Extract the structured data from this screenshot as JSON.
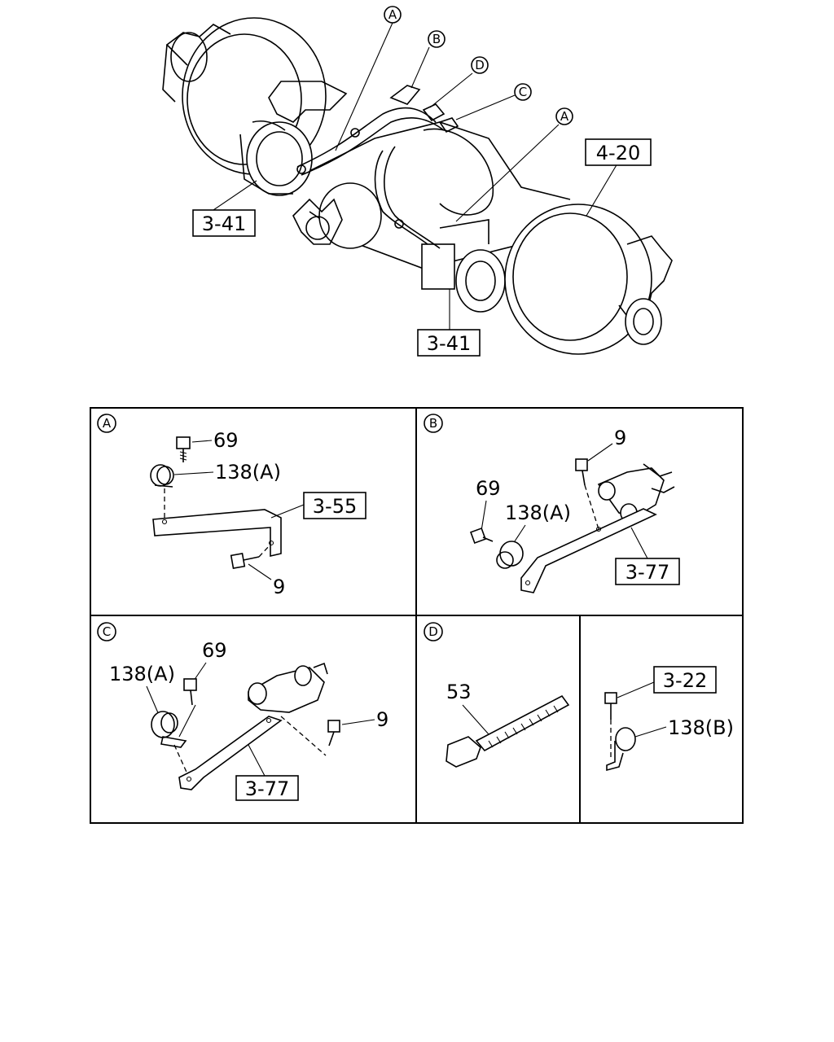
{
  "overview": {
    "callouts": [
      "A",
      "B",
      "D",
      "C",
      "A"
    ],
    "ref_boxes": [
      "3-41",
      "3-41",
      "4-20"
    ]
  },
  "panel_a": {
    "letter": "A",
    "labels": [
      "69",
      "138(A)",
      "9"
    ],
    "ref_box": "3-55"
  },
  "panel_b": {
    "letter": "B",
    "labels": [
      "9",
      "69",
      "138(A)"
    ],
    "ref_box": "3-77"
  },
  "panel_c": {
    "letter": "C",
    "labels": [
      "69",
      "138(A)",
      "9"
    ],
    "ref_box": "3-77"
  },
  "panel_d": {
    "letter": "D",
    "labels": [
      "53"
    ]
  },
  "panel_e": {
    "labels": [
      "138(B)"
    ],
    "ref_box": "3-22"
  }
}
